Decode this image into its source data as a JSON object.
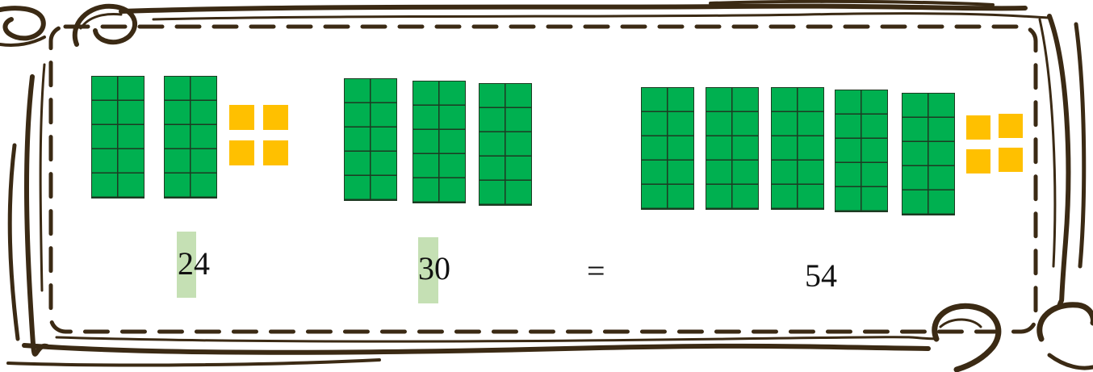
{
  "groups": [
    {
      "tens": 2,
      "ones": 4,
      "label": "24",
      "highlight": "tens-digit"
    },
    {
      "tens": 3,
      "ones": 0,
      "label": "30",
      "highlight": "tens-digit"
    },
    {
      "tens": 5,
      "ones": 4,
      "label": "54",
      "highlight": "none"
    }
  ],
  "equals": "=",
  "colors": {
    "tens_rod": "#00b050",
    "unit_cube": "#ffc000",
    "digit_highlight": "#c5e0b4",
    "frame": "#3b2a14"
  },
  "icons": [
    "decorative-frame",
    "tens-rod",
    "unit-cube"
  ]
}
